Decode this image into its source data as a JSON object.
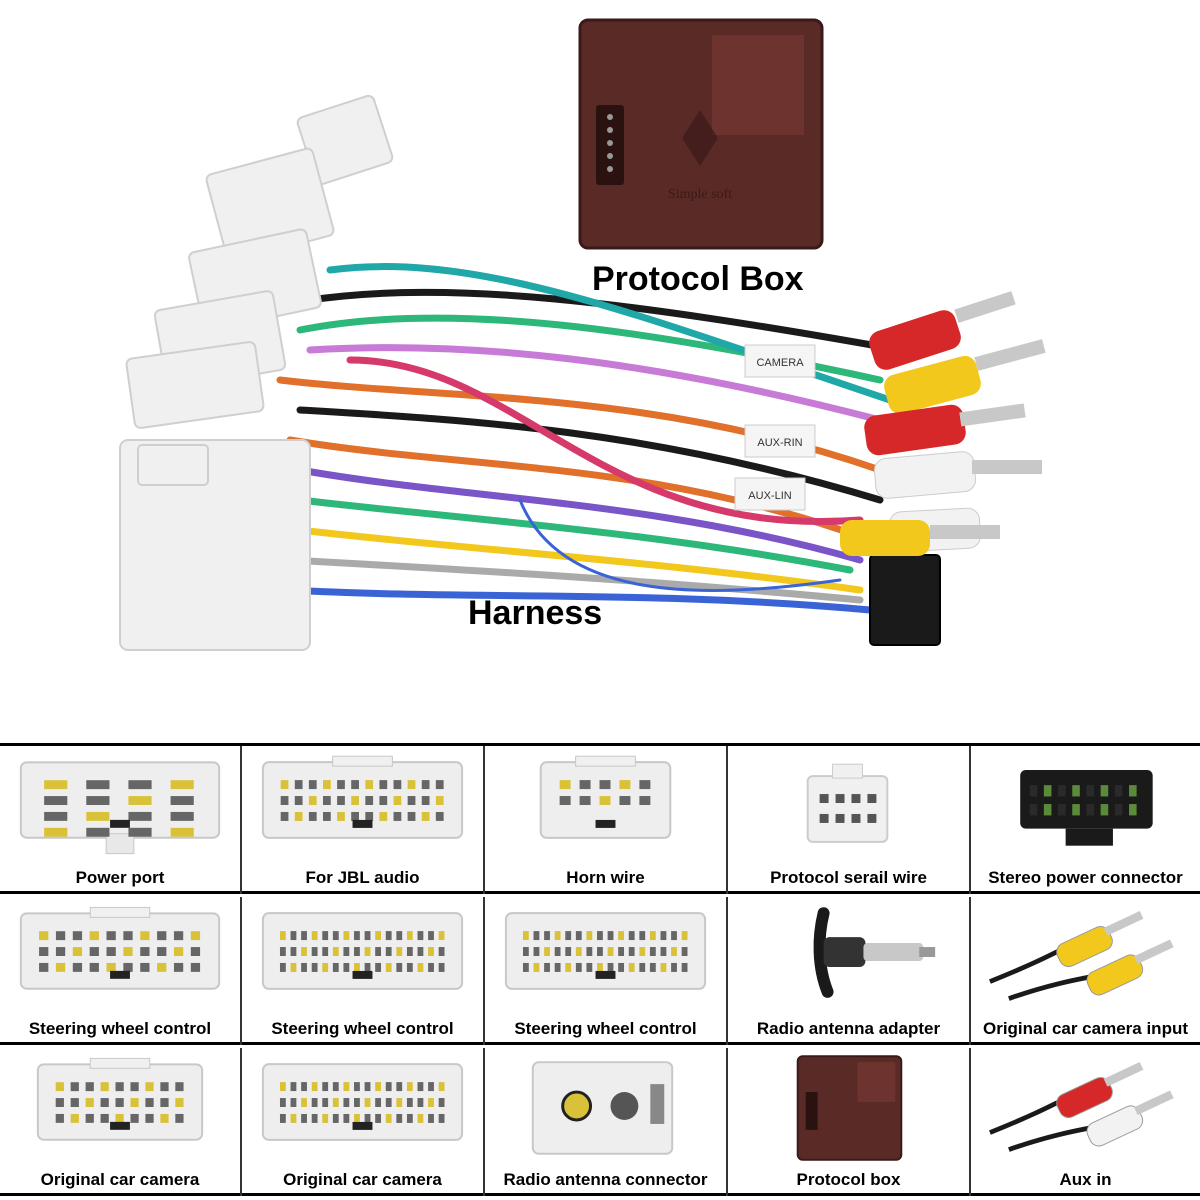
{
  "hero": {
    "protocol_box_label": "Protocol Box",
    "harness_label": "Harness",
    "protocol_box_print": "Simple soft",
    "wire_tags": [
      "CAMERA",
      "AUX-RIN",
      "AUX-LIN"
    ]
  },
  "grid": {
    "rows": [
      [
        {
          "label": "Power port",
          "icon": "connector-16pin-icon"
        },
        {
          "label": "For JBL audio",
          "icon": "connector-24pin-icon"
        },
        {
          "label": "Horn wire",
          "icon": "connector-horn-icon"
        },
        {
          "label": "Protocol serail wire",
          "icon": "connector-small-8pin-icon"
        },
        {
          "label": "Stereo power connector",
          "icon": "iso-black-connector-icon"
        }
      ],
      [
        {
          "label": "Steering wheel control",
          "icon": "connector-28pin-icon"
        },
        {
          "label": "Steering wheel control",
          "icon": "connector-wide-icon"
        },
        {
          "label": "Steering wheel control",
          "icon": "connector-wide-icon"
        },
        {
          "label": "Radio antenna adapter",
          "icon": "antenna-plug-icon"
        },
        {
          "label": "Original car camera input",
          "icon": "rca-yellow-pair-icon"
        }
      ],
      [
        {
          "label": "Original car camera",
          "icon": "connector-20pin-icon"
        },
        {
          "label": "Original car camera",
          "icon": "connector-wide-icon"
        },
        {
          "label": "Radio antenna connector",
          "icon": "antenna-socket-icon"
        },
        {
          "label": "Protocol box",
          "icon": "protocol-box-icon"
        },
        {
          "label": "Aux in",
          "icon": "rca-red-white-icon"
        }
      ]
    ]
  },
  "colors": {
    "connector_white": "#eeeeee",
    "box_red": "#5a2a26",
    "rca_red": "#d62828",
    "rca_yellow": "#f2c81c",
    "rca_white": "#f2f2f2"
  }
}
